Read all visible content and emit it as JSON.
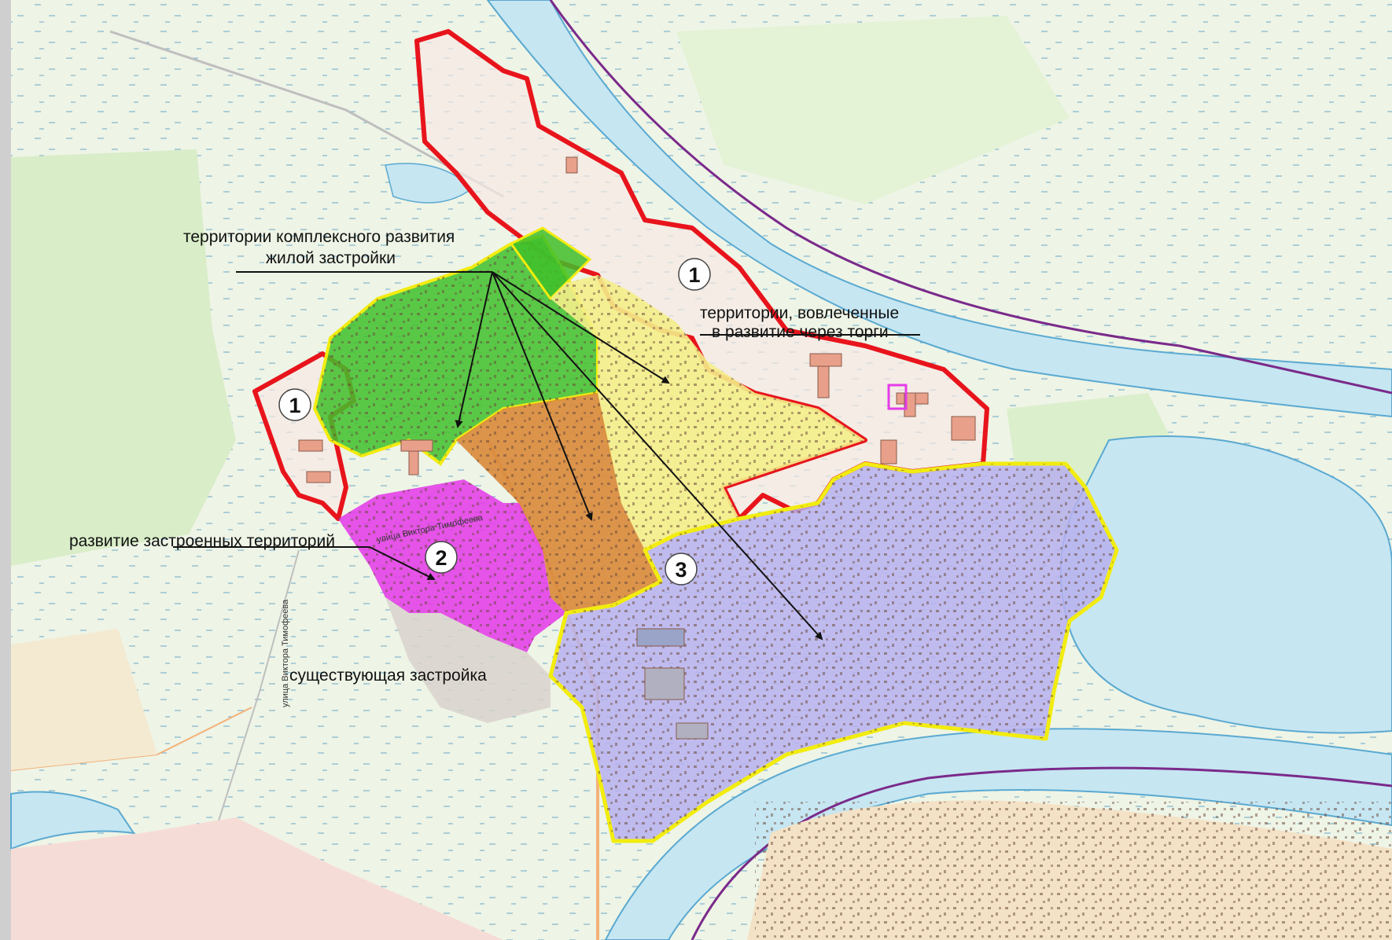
{
  "map": {
    "colors": {
      "background": "#eef4e6",
      "river": "#c6e6f2",
      "river_bank": "#5aa9d0",
      "boundary_purple": "#7a2a8a",
      "zone_red_outline": "#e8141c",
      "zone_green": "#3fbf2a",
      "zone_yellow": "#f4ee8a",
      "zone_orange": "#d9893a",
      "zone_magenta": "#e43ce8",
      "zone_lavender": "#b7b0ee",
      "outline_yellow": "#f2ec10"
    },
    "labels": {
      "complex_development_line1": "территории комплексного развития",
      "complex_development_line2": "жилой застройки",
      "tenders_line1": "территории, вовлеченные",
      "tenders_line2": "в развитие через торги",
      "built_up": "развитие застроенных территорий",
      "existing": "существующая застройка"
    },
    "markers": {
      "m1_north": "1",
      "m1_west": "1",
      "m2": "2",
      "m3": "3"
    },
    "streets": {
      "timofeev_1": "улица Виктора Тимофеева",
      "timofeev_2": "улица Виктора Тимофеева"
    }
  }
}
